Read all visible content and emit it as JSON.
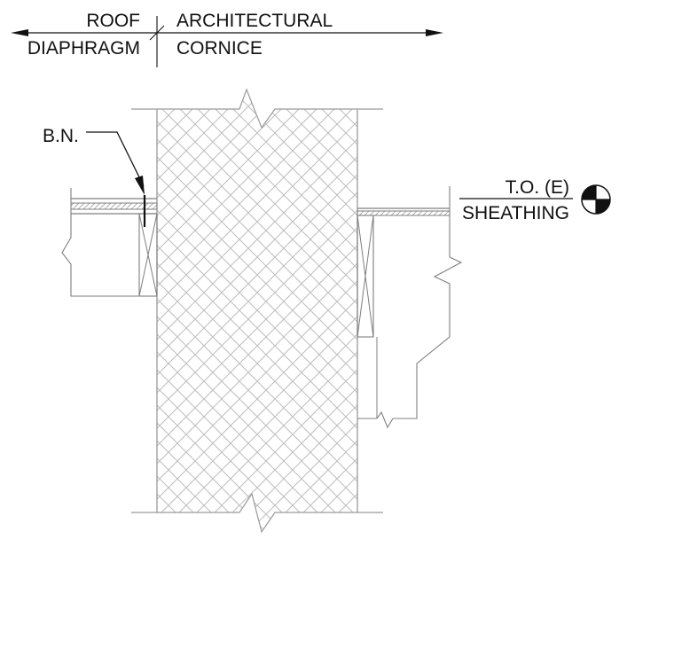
{
  "labels": {
    "roof": "ROOF",
    "diaphragm": "DIAPHRAGM",
    "architectural": "ARCHITECTURAL",
    "cornice": "CORNICE",
    "bn": "B.N.",
    "to_e": "T.O. (E)",
    "sheathing": "SHEATHING"
  },
  "colors": {
    "ink": "#111111",
    "hatch": "#bdbdbd",
    "wall_edge": "#9a9a9a",
    "member": "#7f7f7f"
  },
  "icons": {
    "elevation_marker": "elevation-target-icon"
  }
}
